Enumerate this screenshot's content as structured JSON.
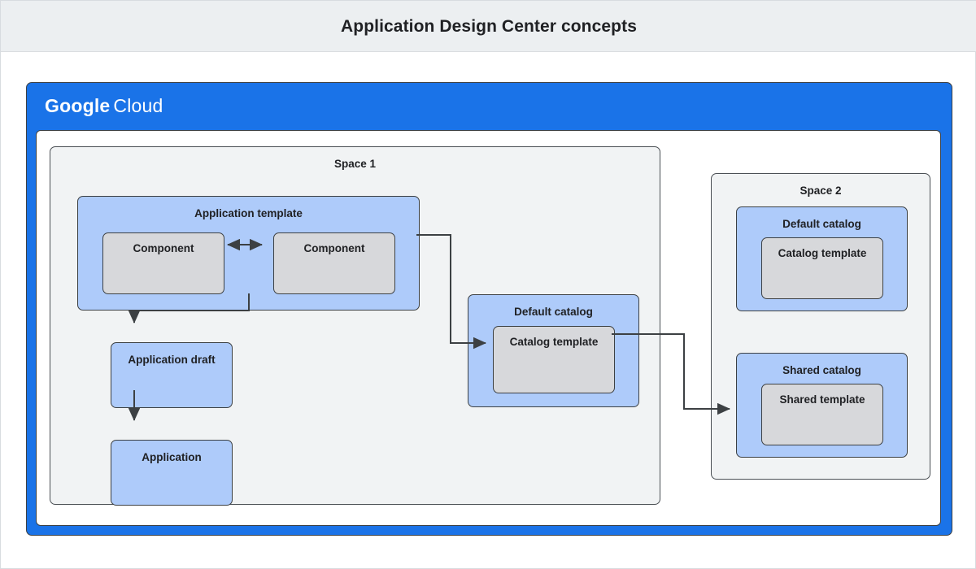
{
  "page": {
    "title": "Application Design Center concepts"
  },
  "cloud": {
    "brand_primary": "Google",
    "brand_secondary": "Cloud",
    "frame_color": "#1a73e8"
  },
  "colors": {
    "title_bar_bg": "#eceff1",
    "space_bg": "#f1f3f4",
    "blue_fill": "#aecbfa",
    "gray_fill": "#d7d8db",
    "stroke": "#3c4043",
    "text": "#202124"
  },
  "spaces": [
    {
      "id": "space-1",
      "label": "Space 1",
      "nodes": [
        {
          "id": "application-template",
          "label": "Application template",
          "type": "blue",
          "children": [
            {
              "id": "component-left",
              "label": "Component",
              "type": "gray"
            },
            {
              "id": "component-right",
              "label": "Component",
              "type": "gray"
            }
          ]
        },
        {
          "id": "application-draft",
          "label": "Application draft",
          "type": "blue"
        },
        {
          "id": "application",
          "label": "Application",
          "type": "blue"
        },
        {
          "id": "default-catalog-space-1",
          "label": "Default catalog",
          "type": "blue",
          "children": [
            {
              "id": "catalog-template-space-1",
              "label": "Catalog template",
              "type": "gray"
            }
          ]
        }
      ]
    },
    {
      "id": "space-2",
      "label": "Space 2",
      "nodes": [
        {
          "id": "default-catalog-space-2",
          "label": "Default catalog",
          "type": "blue",
          "children": [
            {
              "id": "catalog-template-space-2",
              "label": "Catalog template",
              "type": "gray"
            }
          ]
        },
        {
          "id": "shared-catalog",
          "label": "Shared catalog",
          "type": "blue",
          "children": [
            {
              "id": "shared-template",
              "label": "Shared template",
              "type": "gray"
            }
          ]
        }
      ]
    }
  ],
  "connections": [
    {
      "id": "component-link",
      "from": "component-left",
      "to": "component-right",
      "style": "bidirectional"
    },
    {
      "id": "template-to-draft",
      "from": "application-template",
      "to": "application-draft",
      "style": "arrow"
    },
    {
      "id": "draft-to-application",
      "from": "application-draft",
      "to": "application",
      "style": "arrow"
    },
    {
      "id": "template-to-default-catalog",
      "from": "application-template",
      "to": "catalog-template-space-1",
      "style": "arrow"
    },
    {
      "id": "default-catalog-to-shared-catalog",
      "from": "catalog-template-space-1",
      "to": "shared-catalog",
      "style": "arrow"
    }
  ]
}
